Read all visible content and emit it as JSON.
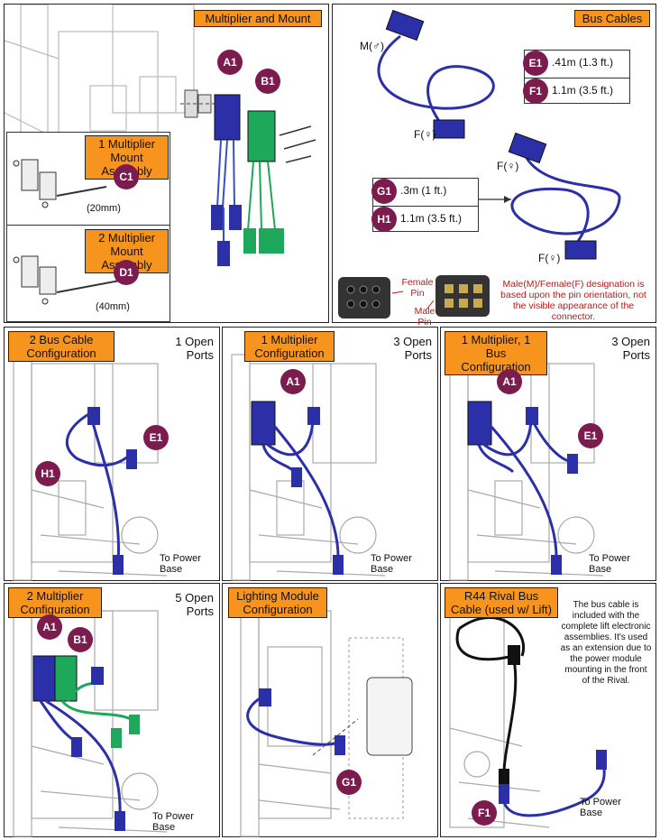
{
  "multiplier_mount": {
    "title": "Multiplier and Mount",
    "a1": "A1",
    "b1": "B1",
    "one_assembly_title": "1 Multiplier Mount Assembly",
    "c1": "C1",
    "c1_len": "(20mm)",
    "two_assembly_title": "2 Multiplier Mount Assembly",
    "d1": "D1",
    "d1_len": "(40mm)"
  },
  "bus_cables": {
    "title": "Bus Cables",
    "male_label": "M(♂)",
    "female_label_1": "F(♀)",
    "female_label_2": "F(♀)",
    "female_label_3": "F(♀)",
    "e1": "E1",
    "e1_len": ".41m (1.3 ft.)",
    "f1": "F1",
    "f1_len": "1.1m (3.5 ft.)",
    "g1": "G1",
    "g1_len": ".3m (1 ft.)",
    "h1": "H1",
    "h1_len": "1.1m (3.5 ft.)",
    "female_pin": "Female Pin",
    "male_pin": "Male Pin",
    "note": "Male(M)/Female(F) designation is based upon the pin orientation, not the visible appearance of the connector."
  },
  "configs": [
    {
      "title": "2 Bus Cable Configuration",
      "ports": "1 Open Ports",
      "b1": "E1",
      "b2": "H1",
      "to": "To Power Base"
    },
    {
      "title": "1 Multiplier Configuration",
      "ports": "3 Open Ports",
      "b1": "A1",
      "to": "To Power Base"
    },
    {
      "title": "1 Multiplier, 1 Bus Configuration",
      "ports": "3 Open Ports",
      "b1": "A1",
      "b2": "E1",
      "to": "To Power Base"
    },
    {
      "title": "2 Multiplier Configuration",
      "ports": "5 Open Ports",
      "b1": "A1",
      "b2": "B1",
      "to": "To Power Base"
    },
    {
      "title": "Lighting Module Configuration",
      "b1": "G1"
    },
    {
      "title": "R44 Rival Bus Cable (used w/ Lift)",
      "b1": "F1",
      "to": "To Power Base",
      "note": "The bus cable is included with the complete lift electronic assemblies. It's used as an extension due to the power module mounting in the front of the Rival."
    }
  ],
  "colors": {
    "accent": "#f7941d",
    "badge": "#7b1b4e",
    "cable": "#2b2fa8",
    "multiplier_green": "#1ea85a",
    "warning": "#c21515"
  }
}
